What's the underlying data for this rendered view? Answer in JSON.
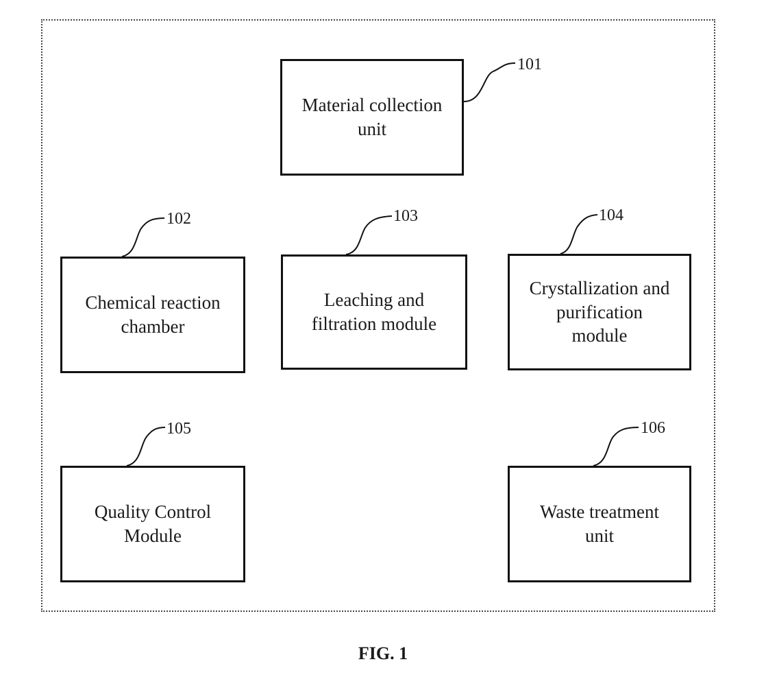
{
  "figure": {
    "caption": "FIG. 1",
    "blocks": [
      {
        "ref": "101",
        "label": "Material collection\nunit"
      },
      {
        "ref": "102",
        "label": "Chemical reaction\nchamber"
      },
      {
        "ref": "103",
        "label": "Leaching and\nfiltration module"
      },
      {
        "ref": "104",
        "label": "Crystallization and\npurification\nmodule"
      },
      {
        "ref": "105",
        "label": "Quality Control\nModule"
      },
      {
        "ref": "106",
        "label": "Waste treatment\nunit"
      }
    ]
  }
}
